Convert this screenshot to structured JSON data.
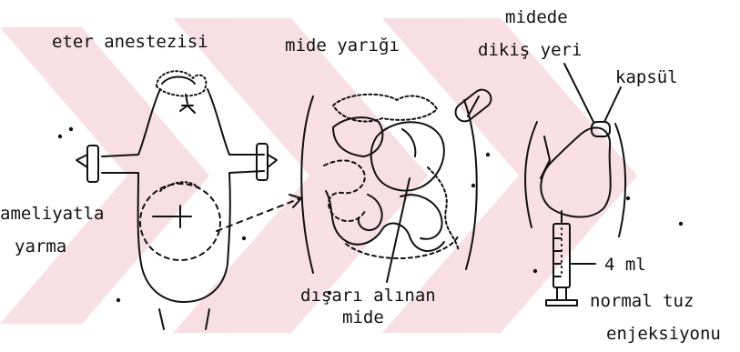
{
  "labels": {
    "anesthesia": "eter anestezisi",
    "incision": "ameliyatla",
    "incision_cont": "yarma",
    "stomach_slit": "mide yarığı",
    "stomach_out_1": "dışarı alınan",
    "stomach_out_2": "mide",
    "suture_1": "midede",
    "suture_2": "dikiş yeri",
    "capsule": "kapsül",
    "volume": "4 ml",
    "injection_1": "normal tuz",
    "injection_2": "enjeksiyonu"
  },
  "colors": {
    "ink": "#111111",
    "watermark": "#c8102e",
    "background": "#ffffff"
  }
}
